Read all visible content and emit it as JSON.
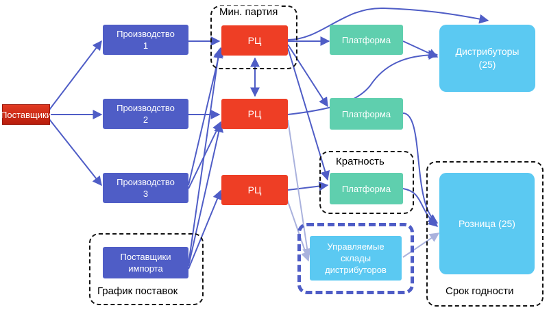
{
  "suppliers": "Поставщики",
  "productions": [
    "Производство\n1",
    "Производство\n2",
    "Производство\n3"
  ],
  "import_suppliers": "Поставщики\nимпорта",
  "rc": [
    "РЦ",
    "РЦ",
    "РЦ"
  ],
  "platforms": [
    "Платформа",
    "Платформа",
    "Платформа"
  ],
  "distributors": "Дистрибуторы\n(25)",
  "retail": "Розница (25)",
  "managed_warehouses": "Управляемые\nсклады\nдистрибуторов",
  "constraints": {
    "min_batch": "Мин. партия",
    "multiplicity": "Кратность",
    "delivery_schedule": "График поставок",
    "shelf_life": "Срок годности"
  },
  "colors": {
    "production": "#4f5dc6",
    "rc": "#ee3e25",
    "platform": "#5fcfae",
    "distributor": "#5bc9f2",
    "arrow": "#4f5dc6"
  }
}
